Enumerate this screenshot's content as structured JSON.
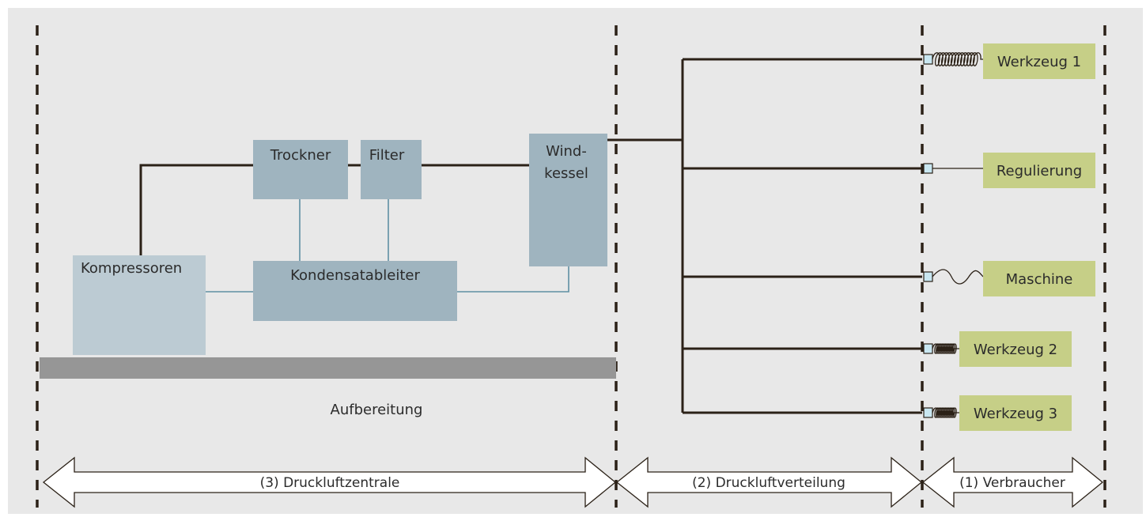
{
  "colors": {
    "background": "#e8e8e8",
    "page": "#ffffff",
    "pipe": "#2b2117",
    "condensate_line": "#5f8fa3",
    "component_box": "#9fb4bf",
    "compressor_box": "#bccbd3",
    "consumer_box": "#c6cf87",
    "base_bar": "#969696",
    "coupling": "#c9e7f1",
    "zone_divider": "#2b2117"
  },
  "components": {
    "compressor": "Kompressoren",
    "dryer": "Trockner",
    "filter": "Filter",
    "receiver_line1": "Wind-",
    "receiver_line2": "kessel",
    "condensate_drain": "Kondensatableiter"
  },
  "treatment_label": "Aufbereitung",
  "consumers": [
    {
      "label": "Werkzeug 1",
      "hose": "spiral"
    },
    {
      "label": "Regulierung",
      "hose": "straight"
    },
    {
      "label": "Maschine",
      "hose": "wavy"
    },
    {
      "label": "Werkzeug 2",
      "hose": "spiral"
    },
    {
      "label": "Werkzeug 3",
      "hose": "spiral"
    }
  ],
  "zones": [
    {
      "label": "(3) Druckluftzentrale"
    },
    {
      "label": "(2) Druckluftverteilung"
    },
    {
      "label": "(1) Verbraucher"
    }
  ]
}
